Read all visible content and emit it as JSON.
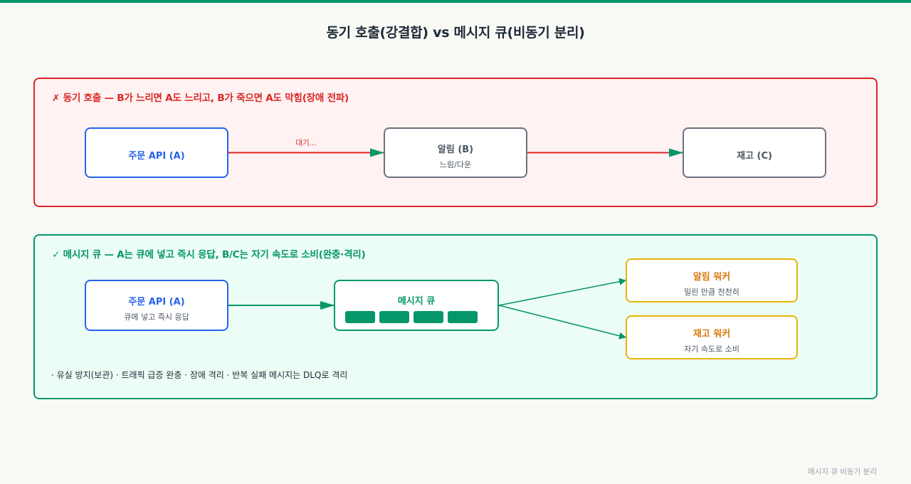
{
  "title": "동기 호출(강결합) vs 메시지 큐(비동기 분리)",
  "sync_panel": {
    "title": "✗ 동기 호출 — B가 느리면 A도 느리고, B가 죽으면 A도 막힘(장애 전파)",
    "order_api": {
      "label": "주문 API (A)"
    },
    "wait_label": "대기...",
    "notify": {
      "label": "알림 (B)",
      "sub": "느림/다운"
    },
    "stock": {
      "label": "재고 (C)"
    }
  },
  "async_panel": {
    "title": "✓ 메시지 큐 — A는 큐에 넣고 즉시 응답, B/C는 자기 속도로 소비(완충·격리)",
    "order_api": {
      "label": "주문 API (A)",
      "sub": "큐에 넣고 즉시 응답"
    },
    "queue": {
      "label": "메시지 큐",
      "slots": 4
    },
    "notify_worker": {
      "label": "알림 워커",
      "sub": "밀린 만큼 천천히"
    },
    "stock_worker": {
      "label": "재고 워커",
      "sub": "자기 속도로 소비"
    },
    "note": "· 유실 방지(보관) · 트래픽 급증 완충 · 장애 격리 · 반복 실패 메시지는 DLQ로 격리"
  },
  "footer": "메시지 큐 비동기 분리",
  "colors": {
    "accent_green": "#059669",
    "error_red": "#dc2626",
    "api_blue": "#2563eb",
    "worker_amber": "#d97706",
    "neutral_gray": "#6b7280"
  }
}
